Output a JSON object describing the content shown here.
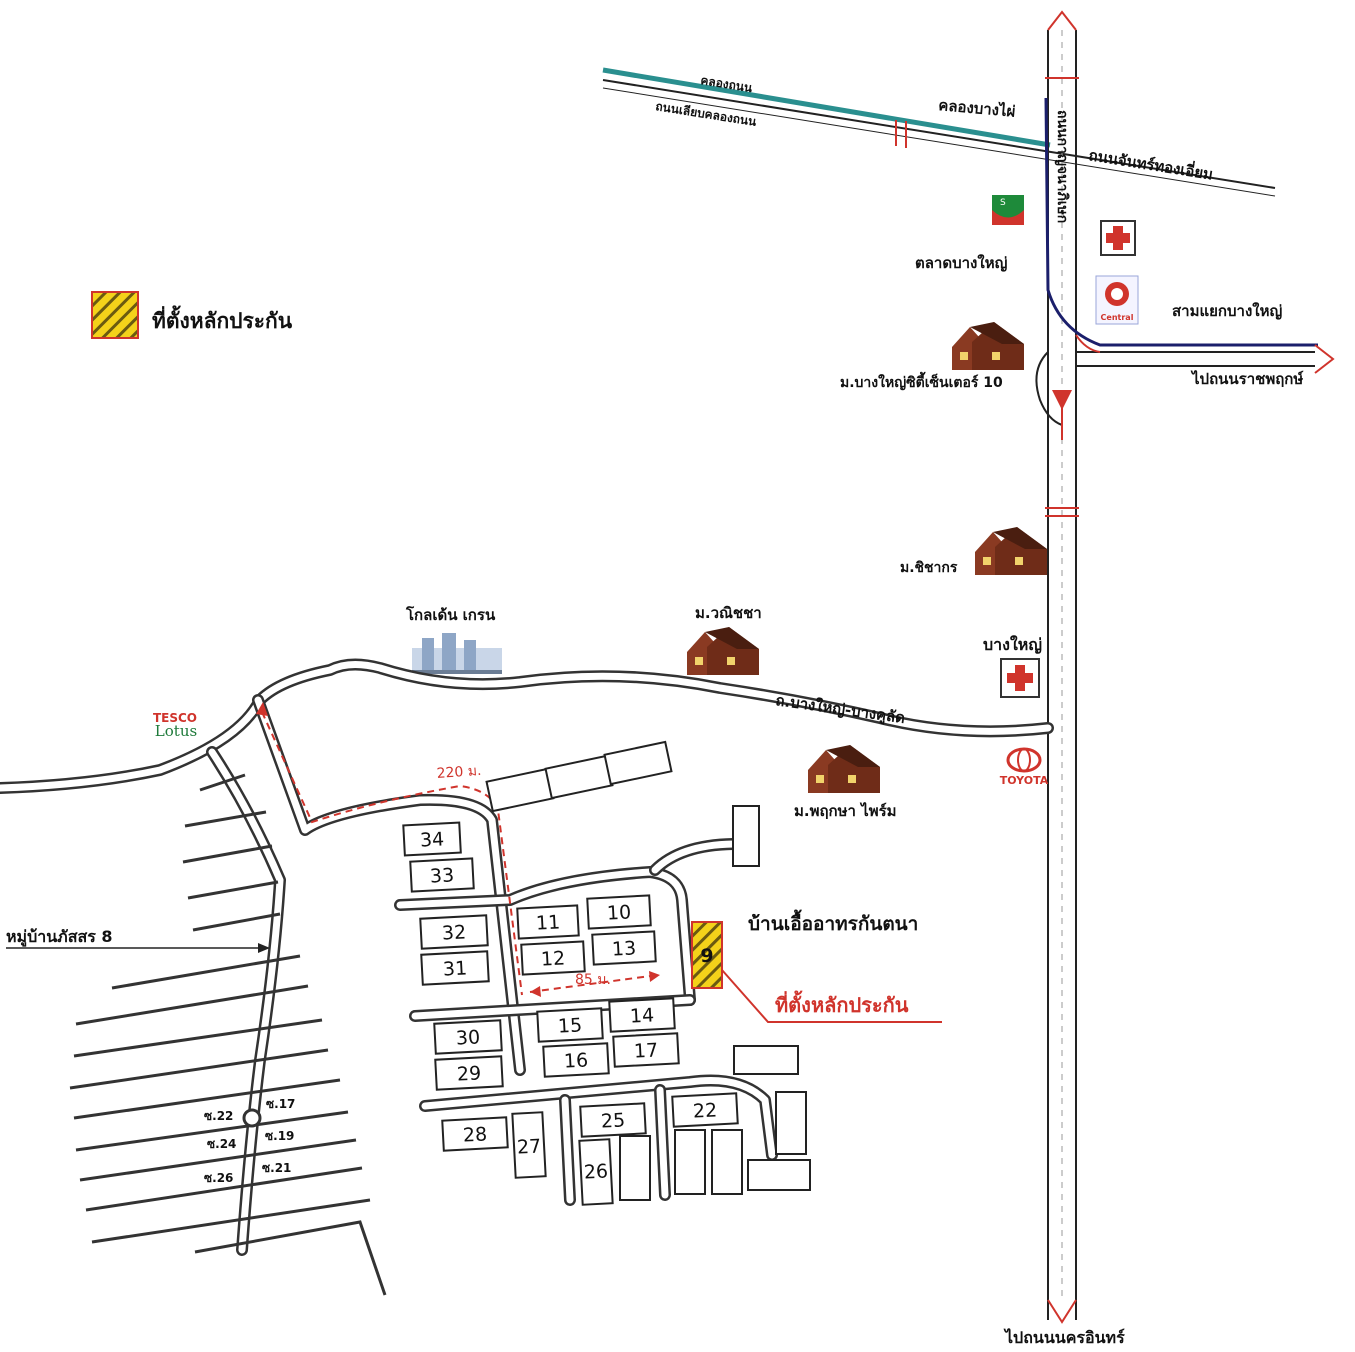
{
  "legend": {
    "label": "ที่ตั้งหลักประกัน"
  },
  "colors": {
    "canal": "#2a8f8f",
    "major_route": "#1b1f6b",
    "red": "#d0342c",
    "hatch_yellow": "#f4d21a",
    "house": "#8a3a22"
  },
  "labels": {
    "canal_small": "คลองถนน",
    "canal_road": "ถนนเลียบคลองถนน",
    "canal_name": "คลองบางไผ่",
    "road_chan": "ถนนจันทร์ทองเอี่ยม",
    "road_kanchana": "ถนนกาญจนาภิเษก",
    "market": "ตลาดบางใหญ่",
    "junction": "สามแยกบางใหญ่",
    "to_ratchaphruek": "ไปถนนราชพฤกษ์",
    "village_city": "ม.บางใหญ่ซิตี้เซ็นเตอร์ 10",
    "village_chicha": "ม.ชิชากร",
    "bangyai": "บางใหญ่",
    "golden": "โกลเด้น เกรน",
    "village_wanicha": "ม.วณิชชา",
    "road_bangyai": "ถ.บางใหญ่-บางคูลัด",
    "village_pruksa": "ม.พฤกษา ไพร์ม",
    "estate": "บ้านเอื้ออาทรกันตนา",
    "collateral": "ที่ตั้งหลักประกัน",
    "village_phatsorn": "หมู่บ้านภัสสร 8",
    "to_nakhon": "ไปถนนนครอินทร์",
    "tesco": "TESCO",
    "lotus": "Lotus",
    "toyota": "TOYOTA",
    "central": "Central",
    "dist_220": "220 ม.",
    "dist_85": "85 ม.",
    "soi_22": "ซ.22",
    "soi_17": "ซ.17",
    "soi_24": "ซ.24",
    "soi_19": "ซ.19",
    "soi_26": "ซ.26",
    "soi_21": "ซ.21"
  },
  "lots": [
    {
      "num": "34"
    },
    {
      "num": "33"
    },
    {
      "num": "32"
    },
    {
      "num": "31"
    },
    {
      "num": "11"
    },
    {
      "num": "10"
    },
    {
      "num": "12"
    },
    {
      "num": "13"
    },
    {
      "num": "30"
    },
    {
      "num": "29"
    },
    {
      "num": "15"
    },
    {
      "num": "14"
    },
    {
      "num": "16"
    },
    {
      "num": "17"
    },
    {
      "num": "28"
    },
    {
      "num": "27"
    },
    {
      "num": "25"
    },
    {
      "num": "26"
    },
    {
      "num": "22"
    },
    {
      "num": "9"
    }
  ]
}
